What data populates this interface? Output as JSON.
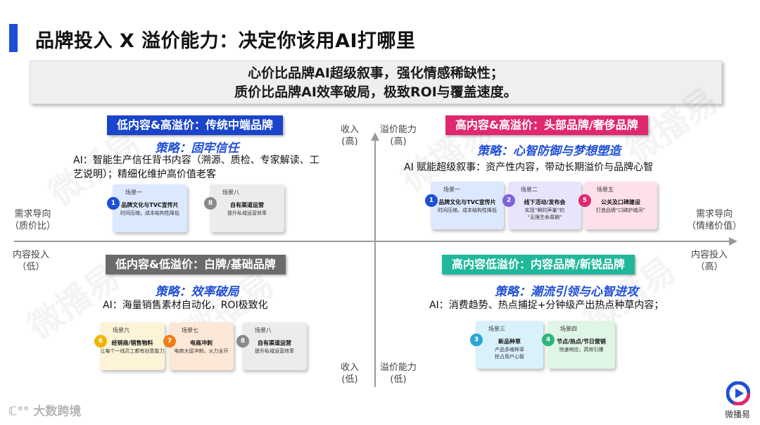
{
  "title": "品牌投入 X 溢价能力：决定你该用AI打哪里",
  "summary": {
    "line1": "心价比品牌AI超级叙事，强化情感稀缺性；",
    "line2": "质价比品牌AI效率破局，极致ROI与覆盖速度。"
  },
  "axes": {
    "top": "收入\n(高)",
    "top_right": "溢价能力\n(高)",
    "bottom": "收入\n(低)",
    "bottom_right": "溢价能力\n(低)",
    "left_upper": "需求导向\n（质价比）",
    "left_lower": "内容投入\n（低）",
    "right_upper": "需求导向\n（情绪价值）",
    "right_lower": "内容投入\n（高）"
  },
  "quadrants": {
    "top_left": {
      "heading": "低内容&高溢价：传统中端品牌",
      "heading_color": "#1a44c9",
      "strategy": "策略：固牢信任",
      "ai": "AI：智能生产信任背书内容（溯源、质检、专家解读、工艺说明）；精细化维护高价值老客",
      "cards": [
        {
          "num": "1",
          "scene": "场景一",
          "main": "品牌文化与TVC宣传片",
          "sub": "时间压缩，成本结构性降低",
          "bg": "#dce8ff",
          "dot": "#1f4fd6"
        },
        {
          "num": "8",
          "scene": "场景八",
          "main": "自有渠道运营",
          "sub": "提升私域运营效率",
          "bg": "#ececec",
          "dot": "#8a8a8a"
        }
      ]
    },
    "top_right": {
      "heading": "高内容&高溢价：头部品牌/奢侈品牌",
      "heading_color": "#e0286f",
      "strategy": "策略：心智防御与梦想塑造",
      "ai": "AI 赋能超级叙事：资产性内容，带动长期溢价与品牌心智",
      "cards": [
        {
          "num": "1",
          "scene": "场景一",
          "main": "品牌文化与TVC宣传片",
          "sub": "时间压缩，成本结构性降低",
          "bg": "#dce8ff",
          "dot": "#1f4fd6"
        },
        {
          "num": "2",
          "scene": "场景二",
          "main": "线下活动/发布会",
          "sub": "实现“瞬时声量”的\n“无限生命周期”",
          "bg": "#e9e4fb",
          "dot": "#7b64e0"
        },
        {
          "num": "5",
          "scene": "场景五",
          "main": "公关及口碑建设",
          "sub": "打造品牌“口碑护城河”",
          "bg": "#fde0ec",
          "dot": "#e0286f"
        }
      ]
    },
    "bottom_left": {
      "heading": "低内容&低溢价：白牌/基础品牌",
      "heading_color": "#6b6b6b",
      "strategy": "策略：效率破局",
      "ai": "AI：海量销售素材自动化，ROI极致化",
      "cards": [
        {
          "num": "6",
          "scene": "场景六",
          "main": "经销商/销售物料",
          "sub": "让每个一线员工都有创意能力",
          "bg": "#fdf4d8",
          "dot": "#f0b400"
        },
        {
          "num": "7",
          "scene": "场景七",
          "main": "电商冲刺",
          "sub": "电商大促冲刺，火力全开",
          "bg": "#fde7d6",
          "dot": "#ef7d18"
        },
        {
          "num": "8",
          "scene": "场景八",
          "main": "自有渠道运营",
          "sub": "提升私域运营效率",
          "bg": "#ececec",
          "dot": "#8a8a8a"
        }
      ]
    },
    "bottom_right": {
      "heading": "高内容低溢价：内容品牌/新锐品牌",
      "heading_color": "#1fb89a",
      "strategy": "策略：潮流引领与心智进攻",
      "ai": "AI：消费趋势、热点捕捉+分钟级产出热点种草内容；",
      "cards": [
        {
          "num": "3",
          "scene": "场景三",
          "main": "新品种草",
          "sub": "产品多维种草\n抢占用户心智",
          "bg": "#d9f1fb",
          "dot": "#2aa6d6"
        },
        {
          "num": "4",
          "scene": "场景四",
          "main": "节点/热点/节日营销",
          "sub": "快速响应，高效引爆",
          "bg": "#dff5e6",
          "dot": "#2bb57a"
        }
      ]
    }
  },
  "footer": {
    "left_logo": "大数跨境",
    "brand_name": "微播易"
  },
  "watermark_text": "微播易"
}
